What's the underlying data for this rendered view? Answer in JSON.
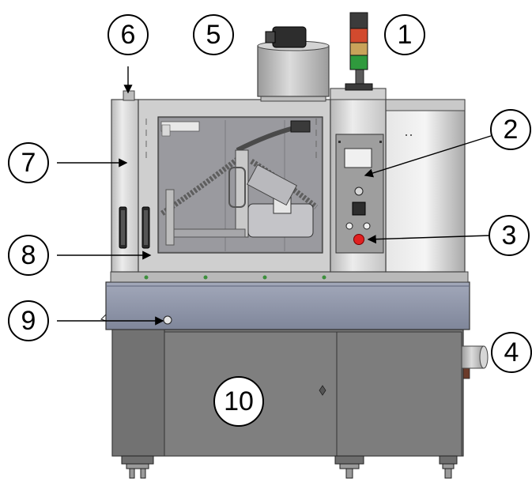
{
  "callouts": [
    {
      "id": "1",
      "label": "1"
    },
    {
      "id": "2",
      "label": "2"
    },
    {
      "id": "3",
      "label": "3"
    },
    {
      "id": "4",
      "label": "4"
    },
    {
      "id": "5",
      "label": "5"
    },
    {
      "id": "6",
      "label": "6"
    },
    {
      "id": "7",
      "label": "7"
    },
    {
      "id": "8",
      "label": "8"
    },
    {
      "id": "9",
      "label": "9"
    },
    {
      "id": "10",
      "label": "10"
    }
  ],
  "colors": {
    "steel_light": "#d9d9d9",
    "steel_mid": "#bdbdbd",
    "steel_dark": "#8c8c8c",
    "cabinet": "#7d7d7d",
    "base_band": "#8e95a8",
    "lamp_red": "#d24a2e",
    "lamp_green": "#2f9a3d",
    "button_red": "#e02020"
  }
}
